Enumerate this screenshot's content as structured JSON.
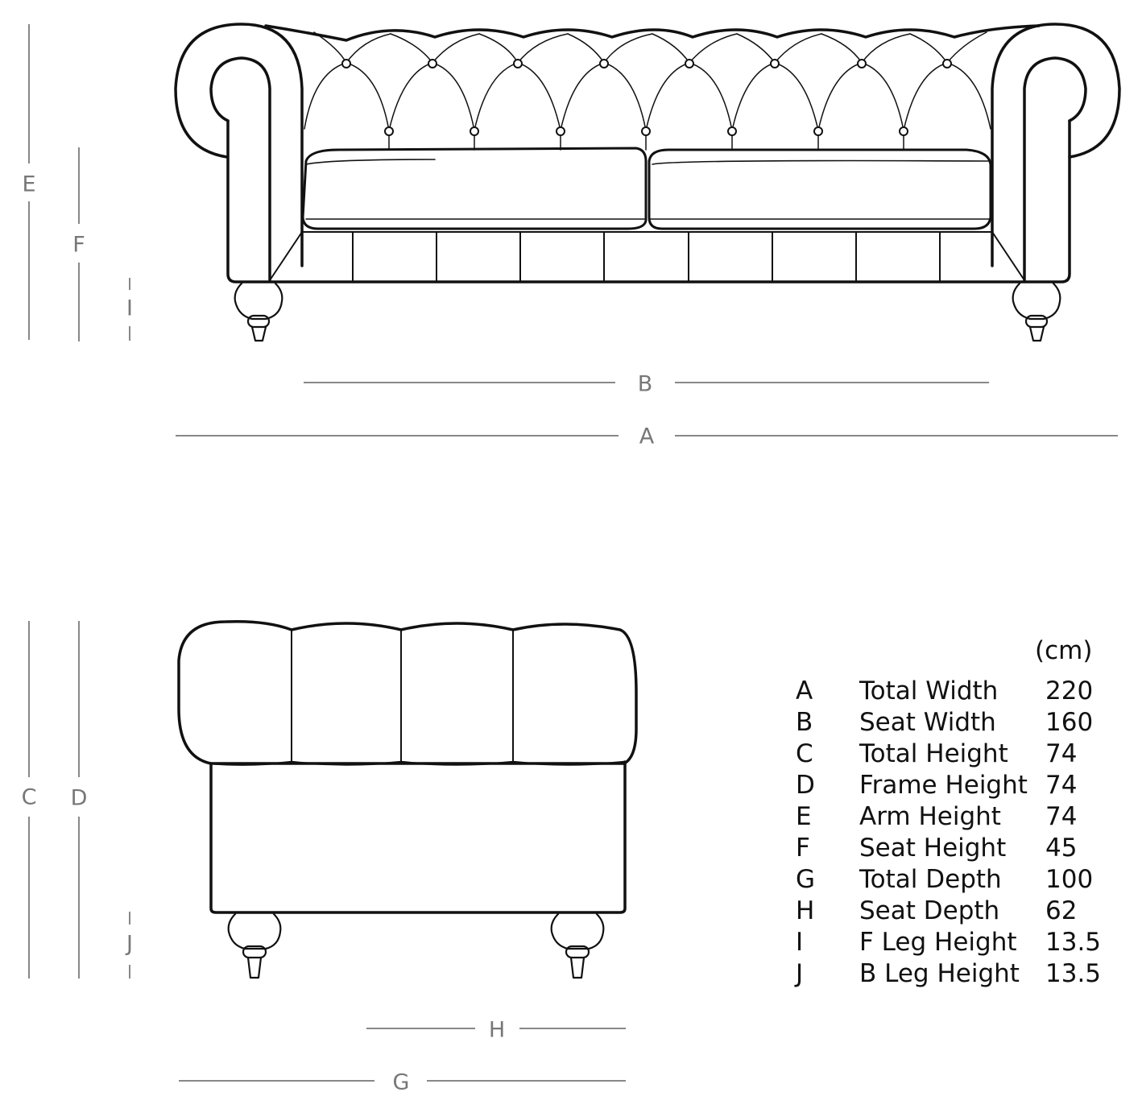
{
  "front_view": {
    "dimensions": {
      "A": "A",
      "B": "B",
      "E": "E",
      "F": "F",
      "I": "I"
    }
  },
  "side_view": {
    "dimensions": {
      "C": "C",
      "D": "D",
      "G": "G",
      "H": "H",
      "J": "J"
    }
  },
  "spec_table": {
    "unit": "(cm)",
    "rows": [
      {
        "key": "A",
        "name": "Total Width",
        "value": "220"
      },
      {
        "key": "B",
        "name": "Seat Width",
        "value": "160"
      },
      {
        "key": "C",
        "name": "Total Height",
        "value": "74"
      },
      {
        "key": "D",
        "name": "Frame Height",
        "value": "74"
      },
      {
        "key": "E",
        "name": "Arm Height",
        "value": "74"
      },
      {
        "key": "F",
        "name": "Seat Height",
        "value": "45"
      },
      {
        "key": "G",
        "name": "Total Depth",
        "value": "100"
      },
      {
        "key": "H",
        "name": "Seat Depth",
        "value": "62"
      },
      {
        "key": "I",
        "name": "F Leg Height",
        "value": "13.5"
      },
      {
        "key": "J",
        "name": "B Leg Height",
        "value": "13.5"
      }
    ]
  },
  "colors": {
    "line": "#111111",
    "dimension": "#888888"
  }
}
